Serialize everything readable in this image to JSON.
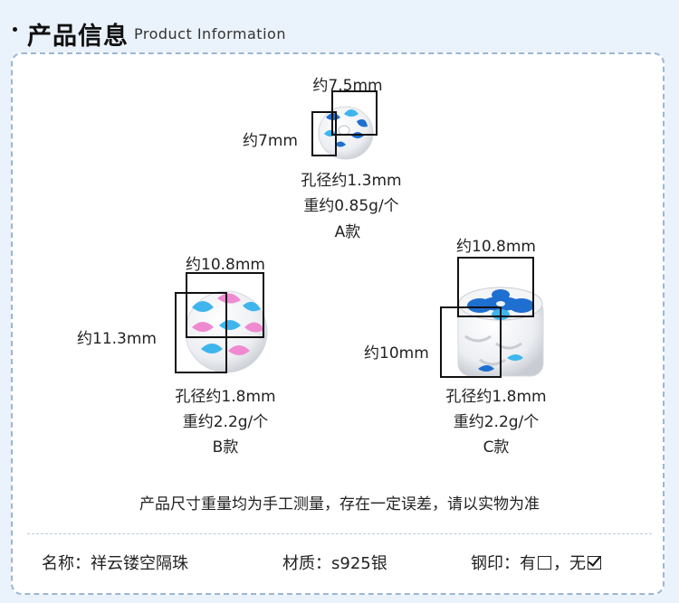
{
  "header": {
    "title_cn": "产品信息",
    "title_en": "Product Information"
  },
  "products": {
    "a": {
      "width_label": "约7.5mm",
      "height_label": "约7mm",
      "hole_label": "孔径约1.3mm",
      "weight_label": "重约0.85g/个",
      "name_label": "A款"
    },
    "b": {
      "width_label": "约10.8mm",
      "height_label": "约11.3mm",
      "hole_label": "孔径约1.8mm",
      "weight_label": "重约2.2g/个",
      "name_label": "B款"
    },
    "c": {
      "width_label": "约10.8mm",
      "height_label": "约10mm",
      "hole_label": "孔径约1.8mm",
      "weight_label": "重约2.2g/个",
      "name_label": "C款"
    }
  },
  "note": "产品尺寸重量均为手工测量，存在一定误差，请以实物为准",
  "footer": {
    "name": "名称：祥云镂空隔珠",
    "material": "材质：s925银",
    "stamp_prefix": "钢印：",
    "stamp_yes": "有",
    "stamp_no": "无",
    "stamp_yes_checked": false,
    "stamp_no_checked": true
  },
  "colors": {
    "background": "#eaf2fb",
    "card_border": "#9bb6d3",
    "enamel_blue": "#1f6fd0",
    "enamel_light_blue": "#3fb5ee",
    "enamel_pink": "#f08ad0",
    "silver": "#f2f2f4"
  }
}
